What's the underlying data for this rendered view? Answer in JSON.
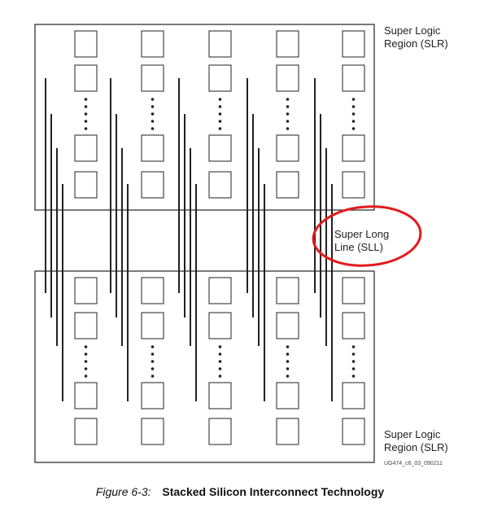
{
  "labels": {
    "slr_top": [
      "Super Logic",
      "Region (SLR)"
    ],
    "sll": [
      "Super Long",
      "Line (SLL)"
    ],
    "slr_bottom": [
      "Super Logic",
      "Region (SLR)"
    ]
  },
  "doc_code": "UG474_c6_03_090211",
  "caption": {
    "number": "Figure 6-3:",
    "title": "Stacked Silicon Interconnect Technology"
  },
  "colors": {
    "line": "#222222",
    "highlight": "#e31b1b"
  }
}
